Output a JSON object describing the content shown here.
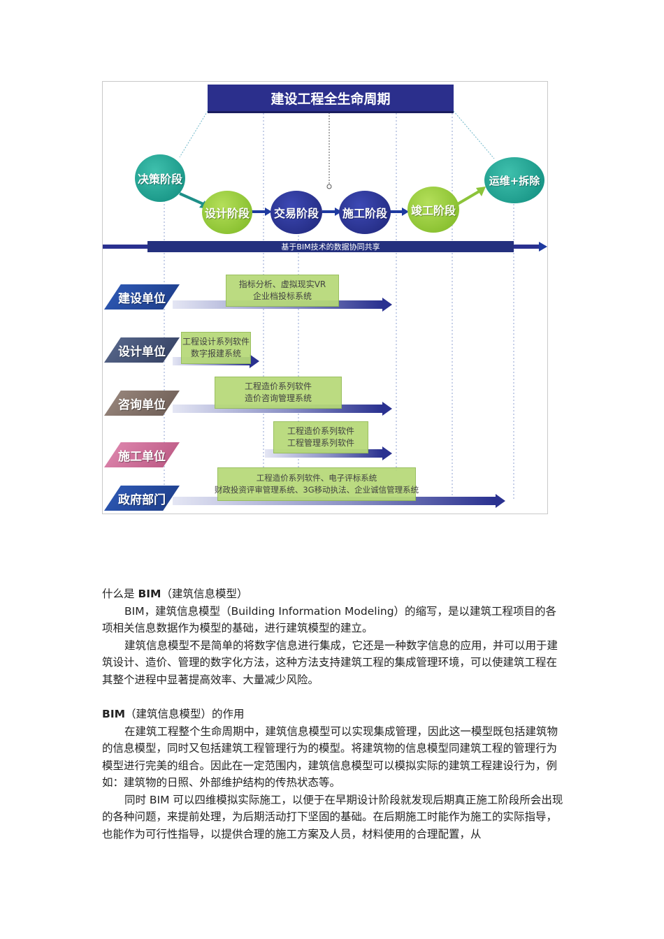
{
  "diagram": {
    "title": "建设工程全生命周期",
    "phases": [
      "决策阶段",
      "设计阶段",
      "交易阶段",
      "施工阶段",
      "竣工阶段",
      "运维+拆除"
    ],
    "share_bar": "基于BIM技术的数据协同共享",
    "rows": [
      {
        "org": "建设单位",
        "software": [
          "指标分析、虚拟现实VR",
          "企业档投标系统"
        ]
      },
      {
        "org": "设计单位",
        "software": [
          "工程设计系列软件",
          "数字报建系统"
        ]
      },
      {
        "org": "咨询单位",
        "software": [
          "工程造价系列软件",
          "造价咨询管理系统"
        ]
      },
      {
        "org": "施工单位",
        "software": [
          "工程造价系列软件",
          "工程管理系列软件"
        ]
      },
      {
        "org": "政府部门",
        "software": [
          "工程造价系列软件、电子评标系统",
          "财政投资评审管理系统、3G移动执法、企业诚信管理系统"
        ]
      }
    ],
    "colors": {
      "banner": "#2b2f8c",
      "teal": "#139b8a",
      "green": "#8cc43a",
      "navy": "#2a3190",
      "software_box": "#b6d978"
    }
  },
  "text": {
    "h1_prefix": "什么是 ",
    "h1_bold": "BIM",
    "h1_suffix": "（建筑信息模型）",
    "p1": "BIM，建筑信息模型（Building Information Modeling）的缩写，是以建筑工程项目的各项相关信息数据作为模型的基础，进行建筑模型的建立。",
    "p2": "建筑信息模型不是简单的将数字信息进行集成，它还是一种数字信息的应用，并可以用于建筑设计、造价、管理的数字化方法，这种方法支持建筑工程的集成管理环境，可以使建筑工程在其整个进程中显著提高效率、大量减少风险。",
    "h2_bold": "BIM",
    "h2_suffix": "（建筑信息模型）的作用",
    "p3": "在建筑工程整个生命周期中，建筑信息模型可以实现集成管理，因此这一模型既包括建筑物的信息模型，同时又包括建筑工程管理行为的模型。将建筑物的信息模型同建筑工程的管理行为模型进行完美的组合。因此在一定范围内，建筑信息模型可以模拟实际的建筑工程建设行为，例如：建筑物的日照、外部维护结构的传热状态等。",
    "p4": "同时 BIM 可以四维模拟实际施工，以便于在早期设计阶段就发现后期真正施工阶段所会出现的各种问题，来提前处理，为后期活动打下坚固的基础。在后期施工时能作为施工的实际指导，也能作为可行性指导，以提供合理的施工方案及人员，材料使用的合理配置，从"
  }
}
